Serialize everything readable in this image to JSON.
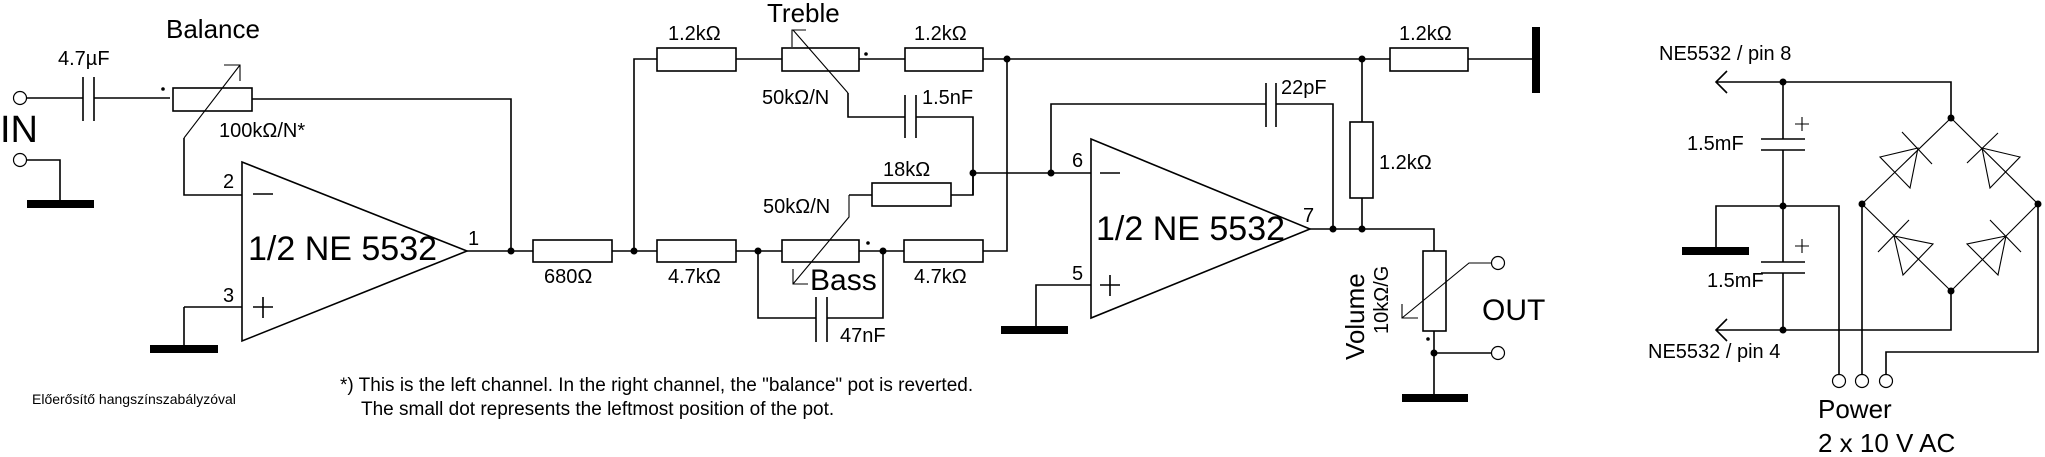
{
  "title": "Előerősítő hangszínszabályzóval",
  "input": {
    "label": "IN",
    "coupling_cap": "4.7µF"
  },
  "balance": {
    "name": "Balance",
    "value": "100kΩ/N*"
  },
  "opamp1": {
    "label": "1/2 NE 5532",
    "pin_inv": "2",
    "pin_noninv": "3",
    "pin_out": "1",
    "minus": "−",
    "plus": "+"
  },
  "r_680": "680Ω",
  "treble": {
    "name": "Treble",
    "pot_value": "50kΩ/N",
    "r_left": "1.2kΩ",
    "r_right": "1.2kΩ",
    "cap": "1.5nF"
  },
  "bass": {
    "name": "Bass",
    "pot_value": "50kΩ/N",
    "r_left": "4.7kΩ",
    "r_right": "4.7kΩ",
    "cap": "47nF",
    "r_wiper": "18kΩ"
  },
  "opamp2": {
    "label": "1/2 NE 5532",
    "pin_inv": "6",
    "pin_noninv": "5",
    "pin_out": "7",
    "minus": "−",
    "plus": "+",
    "feedback_cap": "22pF",
    "r_feedback": "1.2kΩ",
    "r_top": "1.2kΩ"
  },
  "volume": {
    "name": "Volume",
    "value": "10kΩ/G"
  },
  "output": {
    "label": "OUT"
  },
  "power": {
    "pin8_label": "NE5532 / pin 8",
    "pin4_label": "NE5532 / pin 4",
    "cap_top": "1.5mF",
    "cap_bottom": "1.5mF",
    "cap_polarity": "+",
    "label": "Power",
    "spec": "2 x 10 V AC"
  },
  "footnote": {
    "line1": "*) This is the left channel. In the right channel, the \"balance\" pot is reverted.",
    "line2": "The small dot represents the leftmost position of the pot."
  }
}
